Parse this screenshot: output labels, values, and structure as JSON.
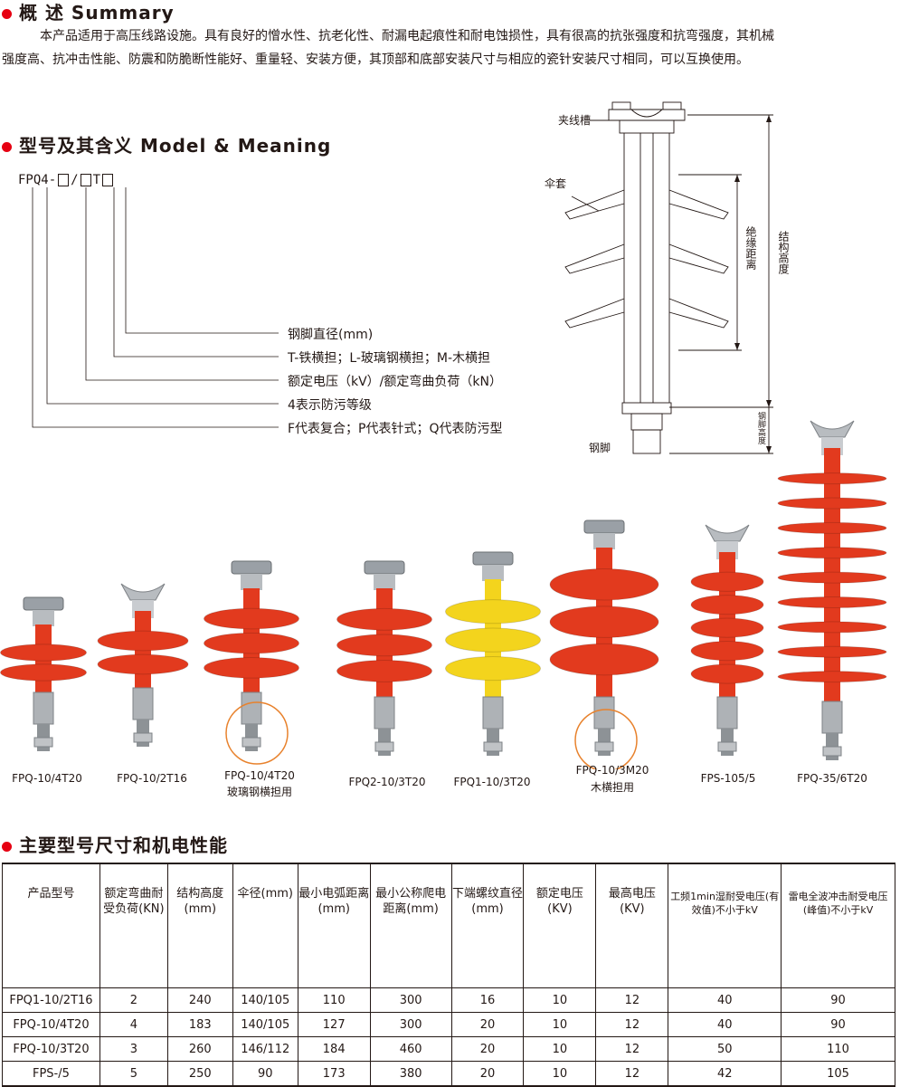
{
  "summary": {
    "title": "概 述 Summary",
    "line1": "本产品适用于高压线路设施。具有良好的憎水性、抗老化性、耐漏电起痕性和耐电蚀损性，具有很高的抗张强度和抗弯强度，其机械",
    "line2": "强度高、抗冲击性能、防震和防脆断性能好、重量轻、安装方便，其顶部和底部安装尺寸与相应的瓷针安装尺寸相同，可以互换使用。"
  },
  "model": {
    "title": "型号及其含义 Model & Meaning",
    "code_prefix": "FPQ4-",
    "code_sep": "/",
    "code_t": "T",
    "meanings": [
      "钢脚直径(mm)",
      "T-铁横担；L-玻璃钢横担；M-木横担",
      "额定电压（kV）/额定弯曲负荷（kN）",
      "4表示防污等级",
      "F代表复合；P代表针式；Q代表防污型"
    ]
  },
  "diagram": {
    "labels": {
      "clamp_groove": "夹线槽",
      "shed": "伞套",
      "insulation_distance": "绝缘距离",
      "structure_height": "结构高度",
      "steel_foot_height": "钢脚高度",
      "steel_foot": "钢脚"
    }
  },
  "products": [
    {
      "name": "FPQ-10/4T20",
      "note": "",
      "color": "#e23a1e",
      "sheds": [
        2
      ],
      "top": "clamp"
    },
    {
      "name": "FPQ-10/2T16",
      "note": "",
      "color": "#e23a1e",
      "sheds": [
        2
      ],
      "top": "saddle"
    },
    {
      "name": "FPQ-10/4T20",
      "note": "玻璃钢横担用",
      "color": "#e23a1e",
      "sheds": [
        3
      ],
      "top": "clamp"
    },
    {
      "name": "FPQ2-10/3T20",
      "note": "",
      "color": "#e23a1e",
      "sheds": [
        3
      ],
      "top": "clamp"
    },
    {
      "name": "FPQ1-10/3T20",
      "note": "",
      "color": "#f3d41d",
      "sheds": [
        3
      ],
      "top": "clamp"
    },
    {
      "name": "FPQ-10/3M20",
      "note": "木横担用",
      "color": "#e23a1e",
      "sheds": [
        3
      ],
      "top": "clamp"
    },
    {
      "name": "FPS-105/5",
      "note": "",
      "color": "#e23a1e",
      "sheds": [
        5
      ],
      "top": "saddle"
    },
    {
      "name": "FPQ-35/6T20",
      "note": "",
      "color": "#e23a1e",
      "sheds": [
        9
      ],
      "top": "saddle"
    }
  ],
  "specs": {
    "title": "主要型号尺寸和机电性能",
    "headers": [
      "产品型号",
      "额定弯曲耐受负荷(KN)",
      "结构高度(mm)",
      "伞径(mm)",
      "最小电弧距离(mm)",
      "最小公称爬电距离(mm)",
      "下端螺纹直径(mm)",
      "额定电压(KV)",
      "最高电压(KV)",
      "工频1min湿耐受电压(有效值)不小于kV",
      "雷电全波冲击耐受电压(峰值)不小于kV"
    ],
    "rows": [
      [
        "FPQ1-10/2T16",
        "2",
        "240",
        "140/105",
        "110",
        "300",
        "16",
        "10",
        "12",
        "40",
        "90"
      ],
      [
        "FPQ-10/4T20",
        "4",
        "183",
        "140/105",
        "127",
        "300",
        "20",
        "10",
        "12",
        "40",
        "90"
      ],
      [
        "FPQ-10/3T20",
        "3",
        "260",
        "146/112",
        "184",
        "460",
        "20",
        "10",
        "12",
        "50",
        "110"
      ],
      [
        "FPS-/5",
        "5",
        "250",
        "90",
        "173",
        "380",
        "20",
        "10",
        "12",
        "42",
        "105"
      ]
    ]
  }
}
